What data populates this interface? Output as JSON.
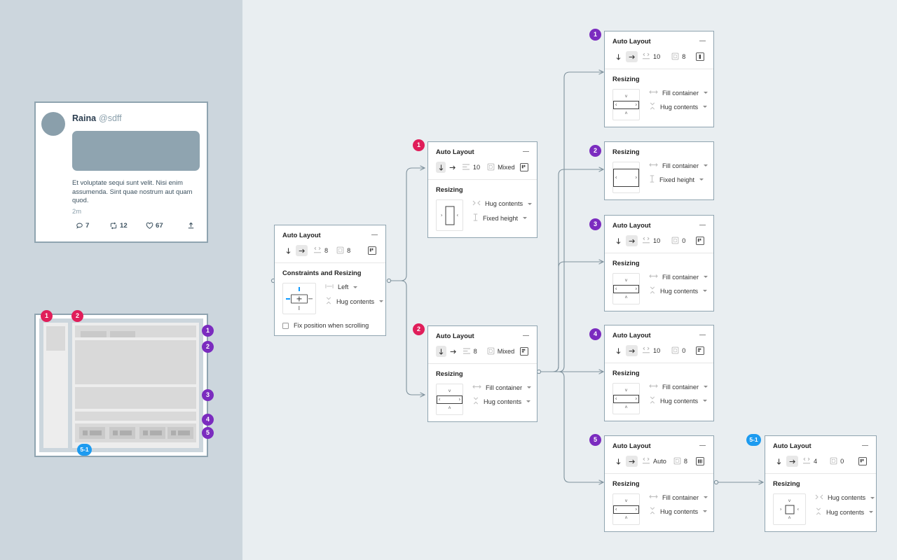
{
  "canvas": {
    "left_panel_bg": "#ccd6dd",
    "right_panel_bg": "#e9eef1",
    "badge_colors": {
      "pink": "#e01e5a",
      "purple": "#7b2cbf",
      "blue": "#1d9bf0"
    }
  },
  "tweet": {
    "name": "Raina",
    "handle": "@sdff",
    "body": "Et voluptate sequi sunt velit. Nisi enim assumenda. Sint quae nostrum aut quam quod.",
    "time": "2m",
    "actions": [
      {
        "icon": "reply-icon",
        "count": "7"
      },
      {
        "icon": "retweet-icon",
        "count": "12"
      },
      {
        "icon": "heart-icon",
        "count": "67"
      },
      {
        "icon": "share-icon",
        "count": ""
      }
    ]
  },
  "wireframe": {
    "badges_top": [
      {
        "label": "1",
        "color": "pink"
      },
      {
        "label": "2",
        "color": "pink"
      }
    ],
    "badges_right": [
      {
        "label": "1",
        "color": "purple"
      },
      {
        "label": "2",
        "color": "purple"
      },
      {
        "label": "3",
        "color": "purple"
      },
      {
        "label": "4",
        "color": "purple"
      },
      {
        "label": "5",
        "color": "purple"
      }
    ],
    "badge_bottom": {
      "label": "5-1",
      "color": "blue"
    }
  },
  "panels": {
    "root": {
      "badge": null,
      "title": "Auto Layout",
      "collapse_icon": "minus-icon",
      "direction_vertical_icon": "arrow-down-icon",
      "direction_horizontal_icon": "arrow-right-icon",
      "direction_active": "horizontal",
      "spacing_icon": "spacing-between-icon",
      "spacing_value": "8",
      "padding_icon": "padding-icon",
      "padding_value": "8",
      "align_icon": "align-top-left-icon",
      "section2_label": "Constraints and Resizing",
      "constraint_widget": "constraints-grid",
      "rows": [
        {
          "icon": "horizontal-constraint-icon",
          "label": "Left"
        },
        {
          "icon": "vertical-resize-icon",
          "label": "Hug contents"
        }
      ],
      "checkbox_label": "Fix position when scrolling",
      "checkbox_checked": false
    },
    "p1": {
      "badge": "1",
      "badge_color": "pink",
      "title": "Auto Layout",
      "collapse_icon": "minus-icon",
      "direction_active": "vertical",
      "spacing_icon": "spacing-between-icon",
      "spacing_value": "10",
      "padding_icon": "padding-icon",
      "padding_value": "Mixed",
      "align_icon": "align-top-left-icon",
      "section2_label": "Resizing",
      "widget": "hug-horizontal",
      "rows": [
        {
          "icon": "horizontal-resize-icon",
          "label": "Hug contents"
        },
        {
          "icon": "fixed-height-icon",
          "label": "Fixed height"
        }
      ]
    },
    "p2": {
      "badge": "2",
      "badge_color": "pink",
      "title": "Auto Layout",
      "collapse_icon": "minus-icon",
      "direction_active": "vertical",
      "spacing_icon": "spacing-between-icon",
      "spacing_value": "8",
      "padding_icon": "padding-icon",
      "padding_value": "Mixed",
      "align_icon": "align-top-left-icon",
      "section2_label": "Resizing",
      "widget": "fill-hug",
      "rows": [
        {
          "icon": "fill-container-icon",
          "label": "Fill container"
        },
        {
          "icon": "vertical-resize-icon",
          "label": "Hug contents"
        }
      ]
    },
    "r1": {
      "badge": "1",
      "badge_color": "purple",
      "title": "Auto Layout",
      "collapse_icon": "minus-icon",
      "direction_active": "horizontal",
      "spacing_icon": "spacing-between-icon",
      "spacing_value": "10",
      "padding_icon": "padding-icon",
      "padding_value": "8",
      "align_icon": "align-center-icon",
      "section2_label": "Resizing",
      "widget": "fill-hug",
      "rows": [
        {
          "icon": "fill-container-icon",
          "label": "Fill container"
        },
        {
          "icon": "vertical-resize-icon",
          "label": "Hug contents"
        }
      ]
    },
    "r2": {
      "badge": "2",
      "badge_color": "purple",
      "title": null,
      "section2_label": "Resizing",
      "widget": "fill-fixed",
      "rows": [
        {
          "icon": "fill-container-icon",
          "label": "Fill container"
        },
        {
          "icon": "fixed-height-icon",
          "label": "Fixed height"
        }
      ]
    },
    "r3": {
      "badge": "3",
      "badge_color": "purple",
      "title": "Auto Layout",
      "collapse_icon": "minus-icon",
      "direction_active": "horizontal",
      "spacing_icon": "spacing-between-icon",
      "spacing_value": "10",
      "padding_icon": "padding-icon",
      "padding_value": "0",
      "align_icon": "align-top-left-icon",
      "section2_label": "Resizing",
      "widget": "fill-hug",
      "rows": [
        {
          "icon": "fill-container-icon",
          "label": "Fill container"
        },
        {
          "icon": "vertical-resize-icon",
          "label": "Hug contents"
        }
      ]
    },
    "r4": {
      "badge": "4",
      "badge_color": "purple",
      "title": "Auto Layout",
      "collapse_icon": "minus-icon",
      "direction_active": "horizontal",
      "spacing_icon": "spacing-between-icon",
      "spacing_value": "10",
      "padding_icon": "padding-icon",
      "padding_value": "0",
      "align_icon": "align-top-left-icon",
      "section2_label": "Resizing",
      "widget": "fill-hug",
      "rows": [
        {
          "icon": "fill-container-icon",
          "label": "Fill container"
        },
        {
          "icon": "vertical-resize-icon",
          "label": "Hug contents"
        }
      ]
    },
    "r5": {
      "badge": "5",
      "badge_color": "purple",
      "title": "Auto Layout",
      "collapse_icon": "minus-icon",
      "direction_active": "horizontal",
      "spacing_icon": "spacing-between-icon",
      "spacing_value": "Auto",
      "padding_icon": "padding-icon",
      "padding_value": "8",
      "align_icon": "align-center-vertical-icon",
      "section2_label": "Resizing",
      "widget": "fill-hug",
      "rows": [
        {
          "icon": "fill-container-icon",
          "label": "Fill container"
        },
        {
          "icon": "vertical-resize-icon",
          "label": "Hug contents"
        }
      ]
    },
    "r51": {
      "badge": "5-1",
      "badge_color": "blue",
      "title": "Auto Layout",
      "collapse_icon": "minus-icon",
      "direction_active": "horizontal",
      "spacing_icon": "spacing-between-icon",
      "spacing_value": "4",
      "padding_icon": "padding-icon",
      "padding_value": "0",
      "align_icon": "align-top-left-icon",
      "section2_label": "Resizing",
      "widget": "hug-hug",
      "rows": [
        {
          "icon": "horizontal-resize-icon",
          "label": "Hug contents"
        },
        {
          "icon": "vertical-resize-icon",
          "label": "Hug contents"
        }
      ]
    }
  }
}
